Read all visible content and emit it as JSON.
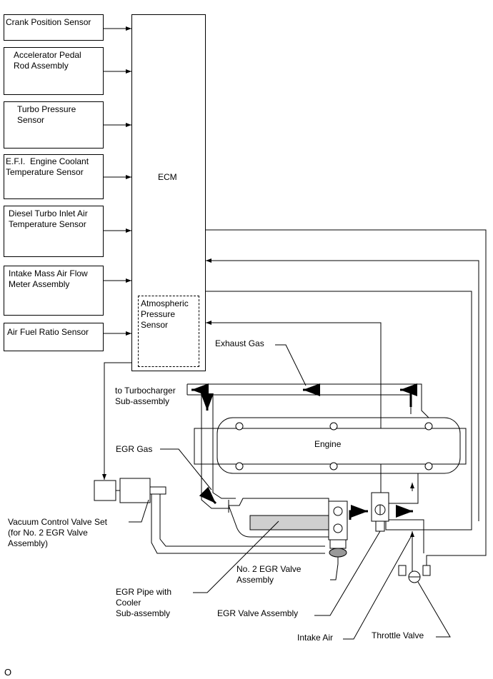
{
  "sensors": [
    {
      "label": "Crank Position Sensor"
    },
    {
      "label": "Accelerator Pedal\nRod Assembly"
    },
    {
      "label": "Turbo Pressure\nSensor"
    },
    {
      "label": "E.F.I.  Engine Coolant\nTemperature Sensor"
    },
    {
      "label": "Diesel Turbo Inlet Air\nTemperature Sensor"
    },
    {
      "label": "Intake Mass Air Flow\nMeter Assembly"
    },
    {
      "label": "Air Fuel Ratio Sensor"
    }
  ],
  "ecm": {
    "label": "ECM",
    "atmospheric_sensor": "Atmospheric\nPressure\nSensor"
  },
  "components": {
    "exhaust_gas": "Exhaust Gas",
    "to_turbocharger": "to Turbocharger\nSub-assembly",
    "egr_gas": "EGR Gas",
    "engine": "Engine",
    "vacuum_control": "Vacuum Control Valve Set\n(for No. 2 EGR Valve\nAssembly)",
    "egr_pipe": "EGR Pipe with\nCooler\nSub-assembly",
    "no2_egr_valve": "No. 2 EGR Valve\nAssembly",
    "egr_valve": "EGR Valve Assembly",
    "intake_air": "Intake Air",
    "throttle_valve": "Throttle Valve"
  },
  "footer_code": "O"
}
